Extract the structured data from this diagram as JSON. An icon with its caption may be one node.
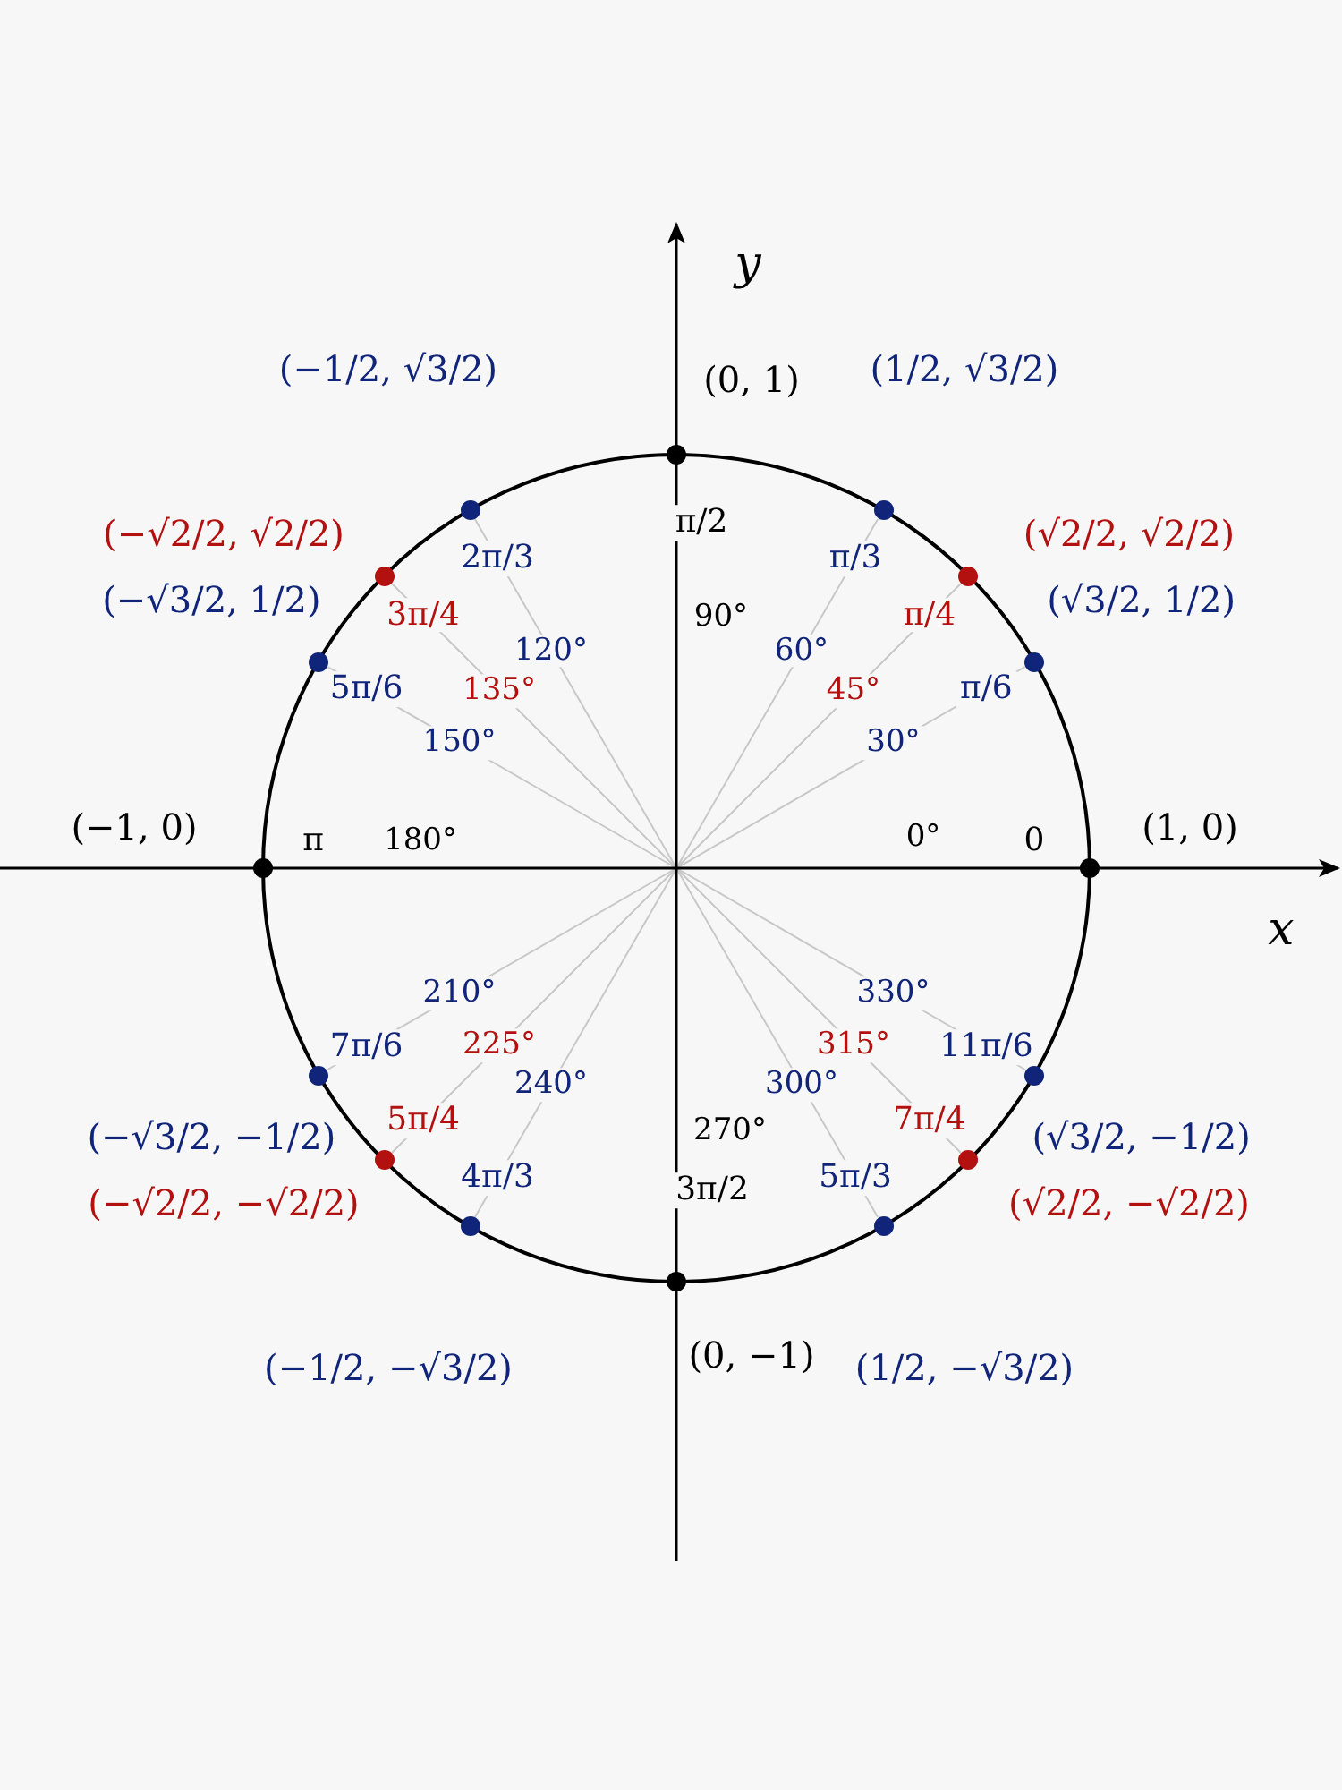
{
  "diagram": {
    "nodes": [
      {
        "text": [],
        "shape": "circle",
        "beside": [
          "(1, 0)",
          "0",
          "0°"
        ]
      },
      {
        "text": [],
        "shape": "circle",
        "beside": [
          "(√3/2, 1/2)",
          "π/6",
          "30°"
        ]
      },
      {
        "text": [],
        "shape": "circle",
        "beside": [
          "(√2/2, √2/2)",
          "π/4",
          "45°"
        ]
      },
      {
        "text": [],
        "shape": "circle",
        "beside": [
          "(1/2, √3/2)",
          "π/3",
          "60°"
        ]
      },
      {
        "text": [],
        "shape": "circle",
        "beside": [
          "(0, 1)",
          "π/2",
          "90°"
        ]
      },
      {
        "text": [],
        "shape": "circle",
        "beside": [
          "(−1/2, √3/2)",
          "2π/3",
          "120°"
        ]
      },
      {
        "text": [],
        "shape": "circle",
        "beside": [
          "(−√2/2, √2/2)",
          "3π/4",
          "135°"
        ]
      },
      {
        "text": [],
        "shape": "circle",
        "beside": [
          "(−√3/2, 1/2)",
          "5π/6",
          "150°"
        ]
      },
      {
        "text": [],
        "shape": "circle",
        "beside": [
          "(−1, 0)",
          "π",
          "180°"
        ]
      },
      {
        "text": [],
        "shape": "circle",
        "beside": [
          "(−√3/2, −1/2)",
          "7π/6",
          "210°"
        ]
      },
      {
        "text": [],
        "shape": "circle",
        "beside": [
          "(−√2/2, −√2/2)",
          "5π/4",
          "225°"
        ]
      },
      {
        "text": [],
        "shape": "circle",
        "beside": [
          "(−1/2, −√3/2)",
          "4π/3",
          "240°"
        ]
      },
      {
        "text": [],
        "shape": "circle",
        "beside": [
          "(0, −1)",
          "3π/2",
          "270°"
        ]
      },
      {
        "text": [],
        "shape": "circle",
        "beside": [
          "(1/2, −√3/2)",
          "5π/3",
          "300°"
        ]
      },
      {
        "text": [],
        "shape": "circle",
        "beside": [
          "(√2/2, −√2/2)",
          "7π/4",
          "315°"
        ]
      },
      {
        "text": [],
        "shape": "circle",
        "beside": [
          "(√3/2, −1/2)",
          "11π/6",
          "330°"
        ]
      }
    ],
    "edges": [
      {
        "from": null,
        "to": 1,
        "arrow": "none"
      },
      {
        "from": null,
        "to": 2,
        "arrow": "none"
      },
      {
        "from": null,
        "to": 3,
        "arrow": "none"
      },
      {
        "from": null,
        "to": 5,
        "arrow": "none"
      },
      {
        "from": null,
        "to": 6,
        "arrow": "none"
      },
      {
        "from": null,
        "to": 7,
        "arrow": "none"
      },
      {
        "from": null,
        "to": 9,
        "arrow": "none"
      },
      {
        "from": null,
        "to": 10,
        "arrow": "none"
      },
      {
        "from": null,
        "to": 11,
        "arrow": "none"
      },
      {
        "from": null,
        "to": 13,
        "arrow": "none"
      },
      {
        "from": null,
        "to": 14,
        "arrow": "none"
      },
      {
        "from": null,
        "to": 15,
        "arrow": "none"
      }
    ],
    "labels": [
      "y",
      "x"
    ]
  }
}
